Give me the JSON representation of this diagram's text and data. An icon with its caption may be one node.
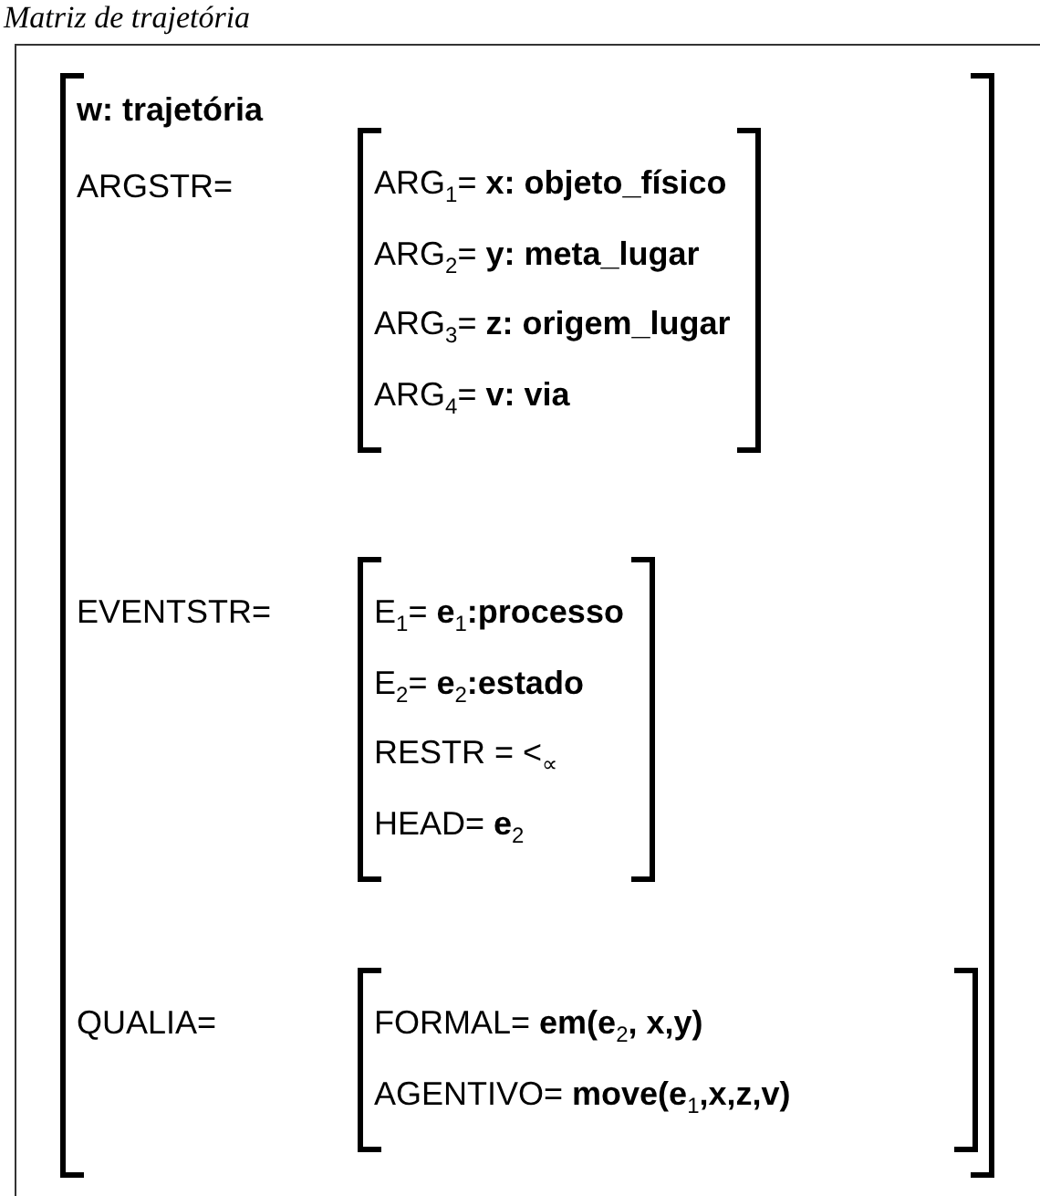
{
  "diagram": {
    "title": "Matriz de trajetória",
    "nodes": [
      {
        "text": [
          "w: trajetória",
          "ARGSTR=",
          "EVENTSTR=",
          "QUALIA="
        ]
      },
      {
        "text": [
          "ARG$_{1}$= **x: objeto_físico**",
          "ARG$_{2}$= **y: meta_lugar**",
          "ARG$_{3}$= **z: origem_lugar**",
          "ARG$_{4}$= **v: via**"
        ],
        "in": 0
      },
      {
        "text": [
          "E$_{1}$= **e**$_{1}$**:processo**",
          "E$_{2}$= **e**$_{2}$**:estado**",
          "RESTR = <$_{∝}$",
          "HEAD= **e**$_{2}$"
        ],
        "in": 0
      },
      {
        "text": [
          "FORMAL= **em(e**$_{2}$**, x,y)**",
          "AGENTIVO= **move(e**$_{1}$**,x,z,v)**"
        ],
        "in": 0
      }
    ]
  }
}
